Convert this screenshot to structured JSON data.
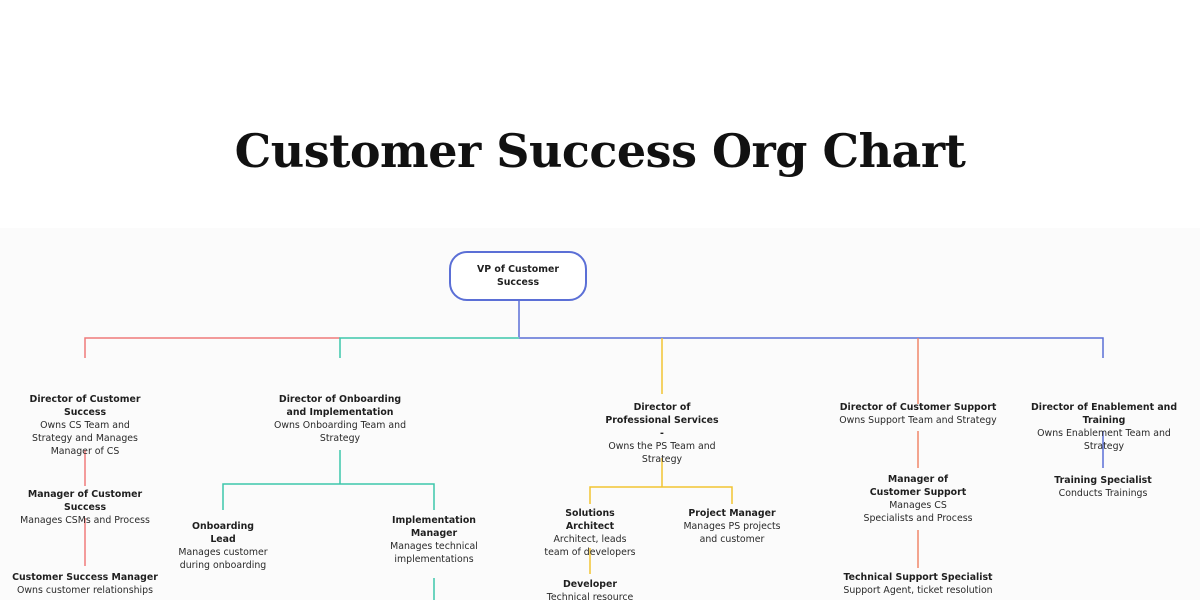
{
  "title": "Customer Success Org Chart",
  "colors": {
    "red": "#f07b7b",
    "teal": "#3cc7ab",
    "blue": "#5b6fd6",
    "yellow": "#f2c433",
    "orange": "#f0876a"
  },
  "nodes": {
    "vp": {
      "title": "VP of Customer Success"
    },
    "dir_cs": {
      "title": "Director of Customer Success",
      "desc": "Owns CS Team and Strategy and Manages Manager of CS"
    },
    "mgr_cs": {
      "title": "Manager of Customer Success",
      "desc": "Manages CSMs and Process"
    },
    "csm": {
      "title": "Customer Success Manager",
      "desc": "Owns customer relationships"
    },
    "dir_onb": {
      "title": "Director of Onboarding and Implementation",
      "desc": "Owns Onboarding Team and Strategy"
    },
    "onb_lead": {
      "title": "Onboarding Lead",
      "desc": "Manages customer during onboarding"
    },
    "impl_mgr": {
      "title": "Implementation Manager",
      "desc": "Manages technical implementations"
    },
    "dir_ps": {
      "title": "Director of Professional Services -",
      "desc": "Owns the PS Team and Strategy"
    },
    "sol_arch": {
      "title": "Solutions Architect",
      "desc": "Architect, leads team of developers"
    },
    "proj_mgr": {
      "title": "Project Manager",
      "desc": "Manages PS projects and customer"
    },
    "developer": {
      "title": "Developer",
      "desc": "Technical resource"
    },
    "dir_sup": {
      "title": "Director of Customer Support",
      "desc": "Owns  Support Team and Strategy"
    },
    "mgr_sup": {
      "title": "Manager of Customer Support",
      "desc": "Manages CS Specialists and Process"
    },
    "tech_sup": {
      "title": "Technical Support Specialist",
      "desc": "Support Agent, ticket resolution"
    },
    "dir_enb": {
      "title": "Director of Enablement and Training",
      "desc": "Owns Enablement Team and Strategy"
    },
    "train_spec": {
      "title": "Training Specialist",
      "desc": "Conducts Trainings"
    }
  }
}
